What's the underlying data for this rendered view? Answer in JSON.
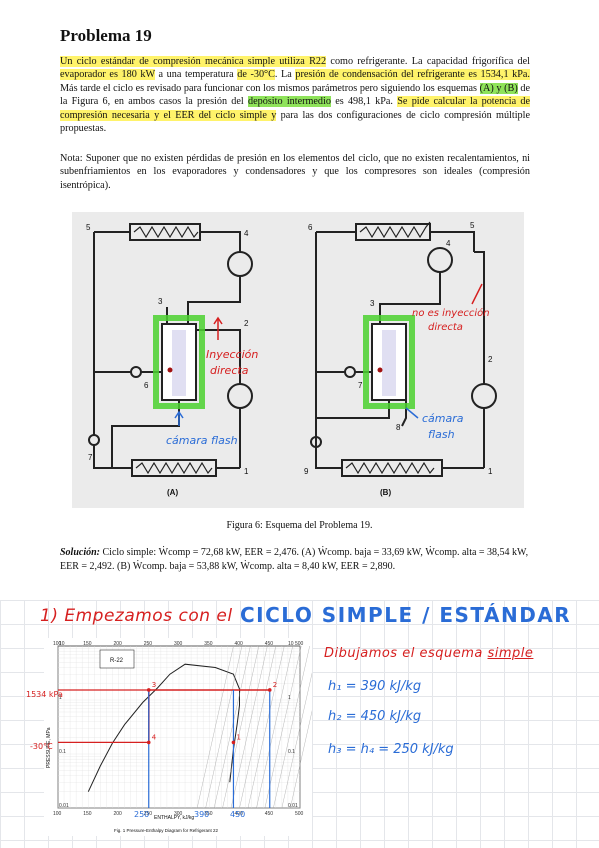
{
  "problem": {
    "title": "Problema 19",
    "p1": {
      "s1": "Un ciclo estándar de compresión mecánica simple utiliza R22",
      "s2": " como refrigerante. La capacidad frigorífica del ",
      "s3": "evaporador es 180 kW",
      "s4": " a una temperatura ",
      "s5": "de -30°C",
      "s6": ". La ",
      "s7": "presión de condensación del refrigerante es 1534,1 kPa.",
      "s8": " Más tarde el ciclo es revisado para funcionar con los mismos parámetros pero siguiendo los esquemas ",
      "s9": "(A) y (B)",
      "s10": " de la Figura 6, en ambos casos la presión del ",
      "s11": "depósito intermedio",
      "s12": " es 498,1 kPa. ",
      "s13": "Se pide calcular la potencia de compresión necesaria y el EER del ciclo simple y",
      "s14": " para las dos configuraciones de ciclo compresión múltiple propuestas."
    },
    "nota": "Nota: Suponer que no existen pérdidas de presión en los elementos del ciclo, que no existen recalentamientos, ni subenfriamientos en los evaporadores y condensadores y que los compresores son ideales (compresión isentrópica).",
    "caption": "Figura 6: Esquema del Problema 19.",
    "solution": {
      "label": "Solución:",
      "text": "Ciclo simple: Ẇcomp = 72,68 kW, EER = 2,476. (A) Ẇcomp. baja = 33,69 kW, Ẇcomp. alta = 38,54 kW, EER = 2,492. (B) Ẇcomp. baja = 53,88 kW, Ẇcomp. alta = 8,40 kW, EER = 2,890."
    }
  },
  "figure": {
    "labels": {
      "A": "(A)",
      "B": "(B)",
      "n1": "1",
      "n2": "2",
      "n3": "3",
      "n4": "4",
      "n5": "5",
      "n6": "6",
      "n7": "7",
      "n8": "8",
      "n9": "9"
    },
    "annotations": {
      "inyeccion1": "Inyección",
      "inyeccion2": "directa",
      "camara_a": "cámara flash",
      "noinyec1": "no es inyección",
      "noinyec2": "directa",
      "camara_b1": "cámara",
      "camara_b2": "flash"
    }
  },
  "notes": {
    "heading_red": "1) Empezamos con el",
    "heading_blue": "CICLO SIMPLE / ESTÁNDAR",
    "dibujamos": "Dibujamos el esquema",
    "simple": "simple",
    "h1": "h₁ = 390 kJ/kg",
    "h2": "h₂ = 450 kJ/kg",
    "h3": "h₃ = h₄ = 250 kJ/kg"
  },
  "chart_data": {
    "type": "line",
    "title": "R-22",
    "xlabel": "ENTHALPY, kJ/kg",
    "ylabel": "PRESSURE, MPa",
    "caption": "Fig. 1  Pressure-Enthalpy Diagram for Refrigerant 22",
    "x_ticks": [
      100,
      150,
      200,
      250,
      300,
      350,
      400,
      450,
      500
    ],
    "y_ticks": [
      0.01,
      0.1,
      1,
      10
    ],
    "xlim": [
      100,
      500
    ],
    "ylim": [
      0.01,
      10
    ],
    "y_scale": "log",
    "annotations": {
      "p_high": "1534 kPa",
      "t_low": "-30°C",
      "h1_mark": "390",
      "h2_mark": "450",
      "h3_mark": "250"
    },
    "series": [
      {
        "name": "",
        "color": "#d62020",
        "x": [
          250,
          250,
          390,
          450,
          250
        ],
        "y": [
          0.164,
          1.534,
          1.534,
          1.534,
          1.534
        ]
      }
    ],
    "points": [
      {
        "label": "1",
        "x": 390,
        "y": 0.164
      },
      {
        "label": "2",
        "x": 450,
        "y": 1.534
      },
      {
        "label": "3",
        "x": 250,
        "y": 1.534
      },
      {
        "label": "4",
        "x": 250,
        "y": 0.164
      }
    ]
  }
}
